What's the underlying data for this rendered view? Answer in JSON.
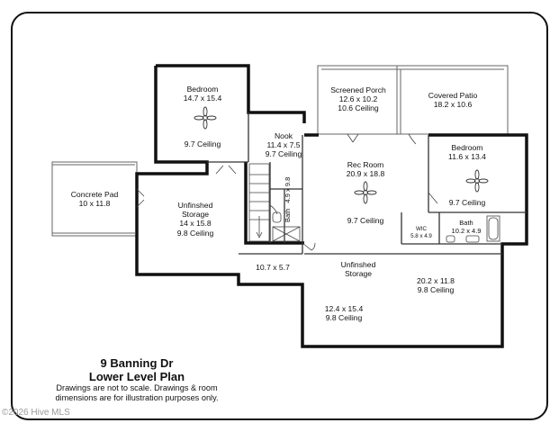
{
  "plan": {
    "address": "9 Banning Dr",
    "level": "Lower Level Plan",
    "note_line1": "Drawings are not to scale. Drawings & room",
    "note_line2": "dimensions are for illustration purposes only.",
    "copyright": "©2026 Hive MLS"
  },
  "rooms": {
    "bedroom1": {
      "name": "Bedroom",
      "dims": "14.7 x 15.4",
      "ceiling": "9.7 Ceiling"
    },
    "nook": {
      "name": "Nook",
      "dims": "11.4 x 7.5",
      "ceiling": "9.7 Ceiling"
    },
    "screened_porch": {
      "name": "Screened Porch",
      "dims": "12.6 x 10.2",
      "ceiling": "10.6 Ceiling"
    },
    "covered_patio": {
      "name": "Covered Patio",
      "dims": "18.2 x 10.6"
    },
    "bedroom2": {
      "name": "Bedroom",
      "dims": "11.6 x 13.4",
      "ceiling": "9.7 Ceiling"
    },
    "rec_room": {
      "name": "Rec Room",
      "dims": "20.9 x 18.8",
      "ceiling": "9.7 Ceiling"
    },
    "concrete_pad": {
      "name": "Concrete Pad",
      "dims": "10 x 11.8"
    },
    "storage_left": {
      "name": "Unfinshed",
      "name2": "Storage",
      "dims": "14 x 15.8",
      "ceiling": "9.8 Ceiling"
    },
    "bath_left": {
      "name": "Bath",
      "dims": "4.9 x 9.8"
    },
    "wic": {
      "name": "WIC",
      "dims": "5.8 x 4.9"
    },
    "bath_right": {
      "name": "Bath",
      "dims": "10.2 x 4.9"
    },
    "hall": {
      "dims": "10.7 x 5.7"
    },
    "storage_center": {
      "name": "Unfinshed",
      "name2": "Storage"
    },
    "storage_center_a": {
      "dims": "12.4 x 15.4",
      "ceiling": "9.8 Ceiling"
    },
    "storage_center_b": {
      "dims": "20.2 x 11.8",
      "ceiling": "9.8 Ceiling"
    }
  }
}
